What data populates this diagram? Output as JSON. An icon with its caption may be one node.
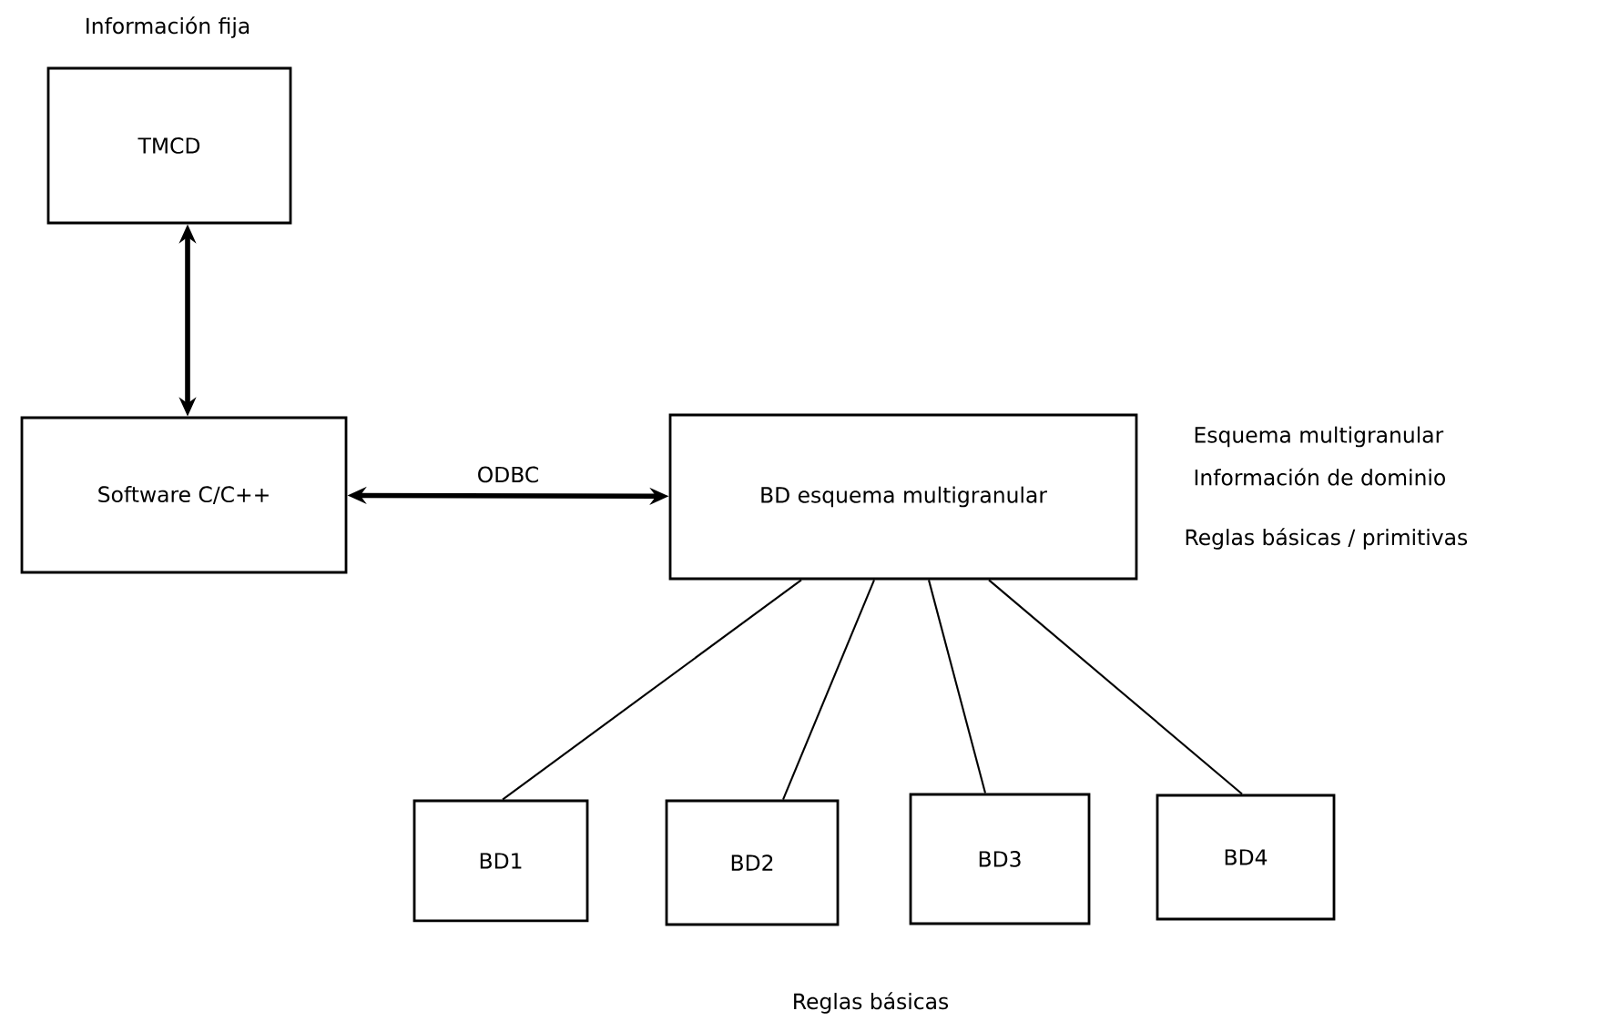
{
  "diagram": {
    "nodes": [
      {
        "text": [
          "TMCD"
        ],
        "beside": [
          "Información fija"
        ]
      },
      {
        "text": [
          "Software C/C++"
        ]
      },
      {
        "text": [
          "BD esquema multigranular"
        ],
        "beside": [
          "Esquema multigranular",
          "Información de dominio",
          "Reglas básicas / primitivas"
        ]
      },
      {
        "text": [
          "BD1"
        ]
      },
      {
        "text": [
          "BD2"
        ]
      },
      {
        "text": [
          "BD3"
        ]
      },
      {
        "text": [
          "BD4"
        ]
      }
    ],
    "edges": [
      {
        "from": 0,
        "to": 1,
        "arrow": "both",
        "style": "thick"
      },
      {
        "from": 1,
        "to": 2,
        "arrow": "both",
        "label": "ODBC",
        "style": "thick"
      },
      {
        "from": 2,
        "to": 3,
        "arrow": "none"
      },
      {
        "from": 2,
        "to": 4,
        "arrow": "none"
      },
      {
        "from": 2,
        "to": 5,
        "arrow": "none"
      },
      {
        "from": 2,
        "to": 6,
        "arrow": "none"
      }
    ],
    "labels": [
      "Reglas básicas"
    ]
  }
}
